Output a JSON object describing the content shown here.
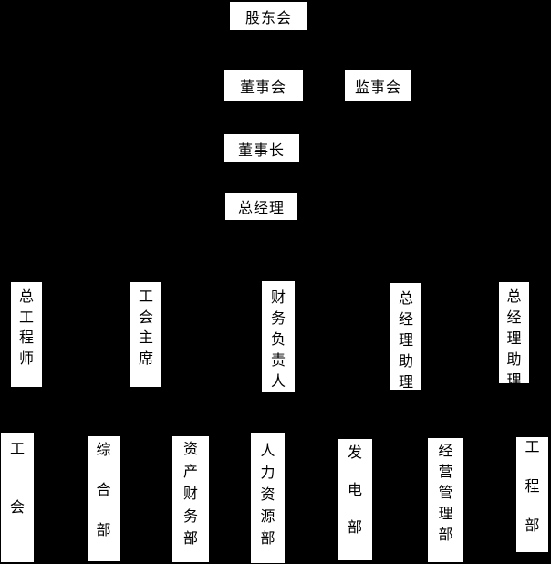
{
  "chart": {
    "type": "org-chart",
    "background_color": "#000000",
    "box_fill_color": "#ffffff",
    "box_text_color": "#000000"
  },
  "nodes": {
    "top": [
      {
        "label": "股东会"
      },
      {
        "label": "董事会"
      },
      {
        "label": "监事会"
      },
      {
        "label": "董事长"
      },
      {
        "label": "总经理"
      }
    ],
    "middle": [
      {
        "label": "总工程师"
      },
      {
        "label": "工会主席"
      },
      {
        "label": "财务负责人"
      },
      {
        "label": "总经理助理"
      },
      {
        "label": "总经理助理"
      }
    ],
    "bottom": [
      {
        "label": "工会"
      },
      {
        "label": "综合部"
      },
      {
        "label": "资产财务部"
      },
      {
        "label": "人力资源部"
      },
      {
        "label": "发电部"
      },
      {
        "label": "经营管理部"
      },
      {
        "label": "工程部"
      }
    ]
  }
}
